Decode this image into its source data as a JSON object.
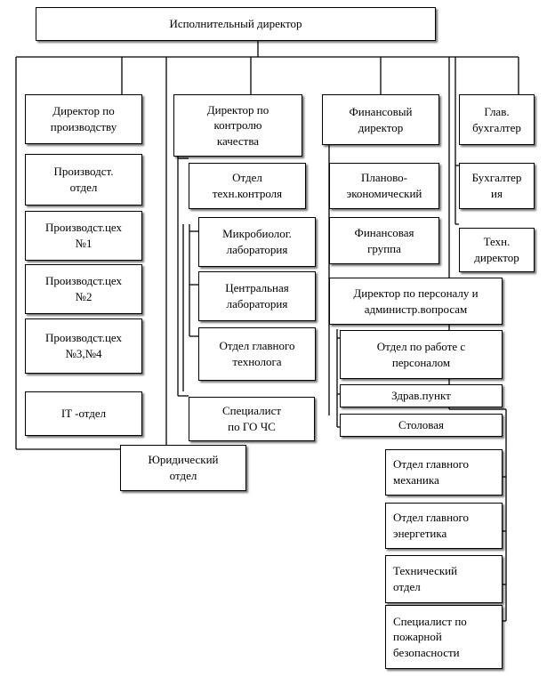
{
  "org": {
    "ceo": "Исполнительный директор",
    "prod": {
      "head": "Директор по\nпроизводству",
      "dept": "Производст.\nотдел",
      "shop1": "Производст.цех\n№1",
      "shop2": "Производст.цех\n№2",
      "shop34": "Производст.цех\n№3,№4",
      "it": "IT -отдел"
    },
    "quality": {
      "head": "Директор по\nконтролю\nкачества",
      "techcontrol": "Отдел\nтехн.контроля",
      "microbio": "Микробиолог.\nлаборатория",
      "central_lab": "Центральная\nлаборатория",
      "chief_tech": "Отдел главного\nтехнолога",
      "civil_def": "Специалист\nпо ГО ЧС"
    },
    "legal": "Юридический\nотдел",
    "finance": {
      "head": "Финансовый\nдиректор",
      "planning": "Планово-\nэкономический",
      "fin_group": "Финансовая\nгруппа"
    },
    "hr": {
      "head": "Директор по персоналу и\nадминистр.вопросам",
      "personnel": "Отдел по работе с\nперсоналом",
      "health": "Здрав.пункт",
      "canteen": "Столовая"
    },
    "accounting": {
      "head": "Глав.\nбухгалтер",
      "dept": "Бухгалтер\nия",
      "tech_dir": "Техн.\nдиректор"
    },
    "technical": {
      "mechanic": "Отдел главного\nмеханика",
      "energy": "Отдел главного\nэнергетика",
      "tech_dept": "Технический\nотдел",
      "fire": "Специалист по\nпожарной\nбезопасности"
    }
  }
}
